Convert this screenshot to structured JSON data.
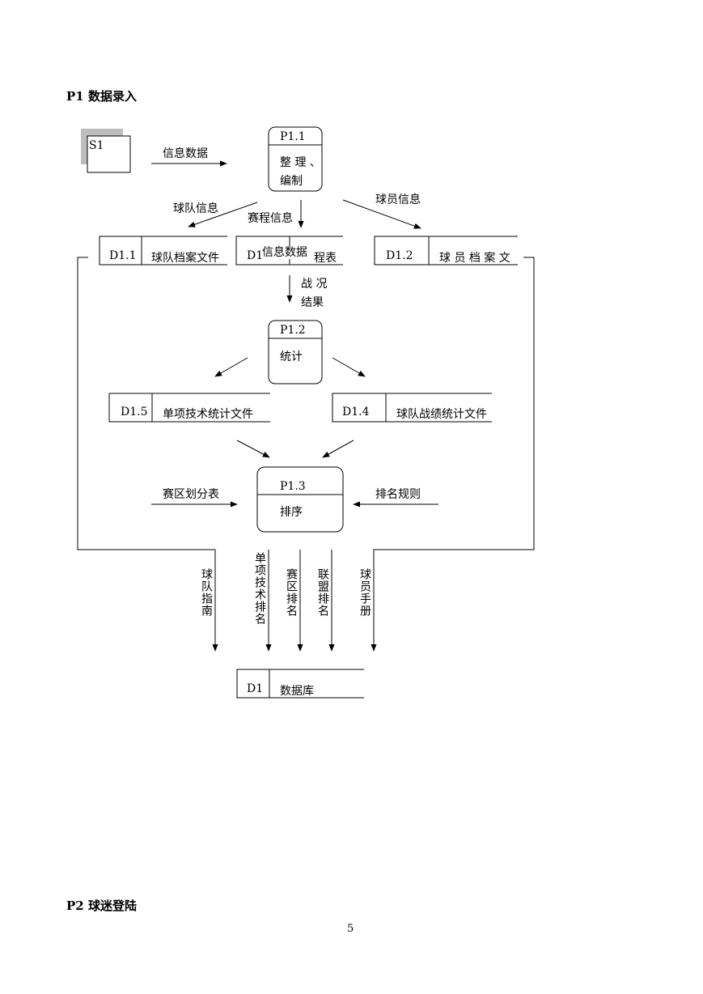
{
  "headings": {
    "p1": "P1 数据录入",
    "p2": "P2 球迷登陆"
  },
  "page_number": "5",
  "source": {
    "id": "S1"
  },
  "processes": {
    "p11": {
      "id": "P1.1",
      "name_line1": "整 理 、",
      "name_line2": "编制"
    },
    "p12": {
      "id": "P1.2",
      "name": "统计"
    },
    "p13": {
      "id": "P1.3",
      "name": "排序"
    }
  },
  "stores": {
    "d11": {
      "id": "D1.1",
      "name": "球队档案文件"
    },
    "d1x": {
      "id": "D1",
      "name": "程表",
      "overlay": "信息数据"
    },
    "d12": {
      "id": "D1.2",
      "name": "球 员 档 案 文"
    },
    "d15": {
      "id": "D1.5",
      "name": "单项技术统计文件"
    },
    "d14": {
      "id": "D1.4",
      "name": "球队战绩统计文件"
    },
    "d1": {
      "id": "D1",
      "name": "数据库"
    }
  },
  "flows": {
    "info_data": "信息数据",
    "team_info": "球队信息",
    "schedule_info": "赛程信息",
    "player_info": "球员信息",
    "battle_line1": "战 况",
    "battle_line2": "结果",
    "division_table": "赛区划分表",
    "ranking_rules": "排名规则",
    "team_guide": "球队指南",
    "single_tech_rank": "单项技术排名",
    "division_rank": "赛区排名",
    "league_rank": "联盟排名",
    "player_handbook": "球员手册"
  }
}
